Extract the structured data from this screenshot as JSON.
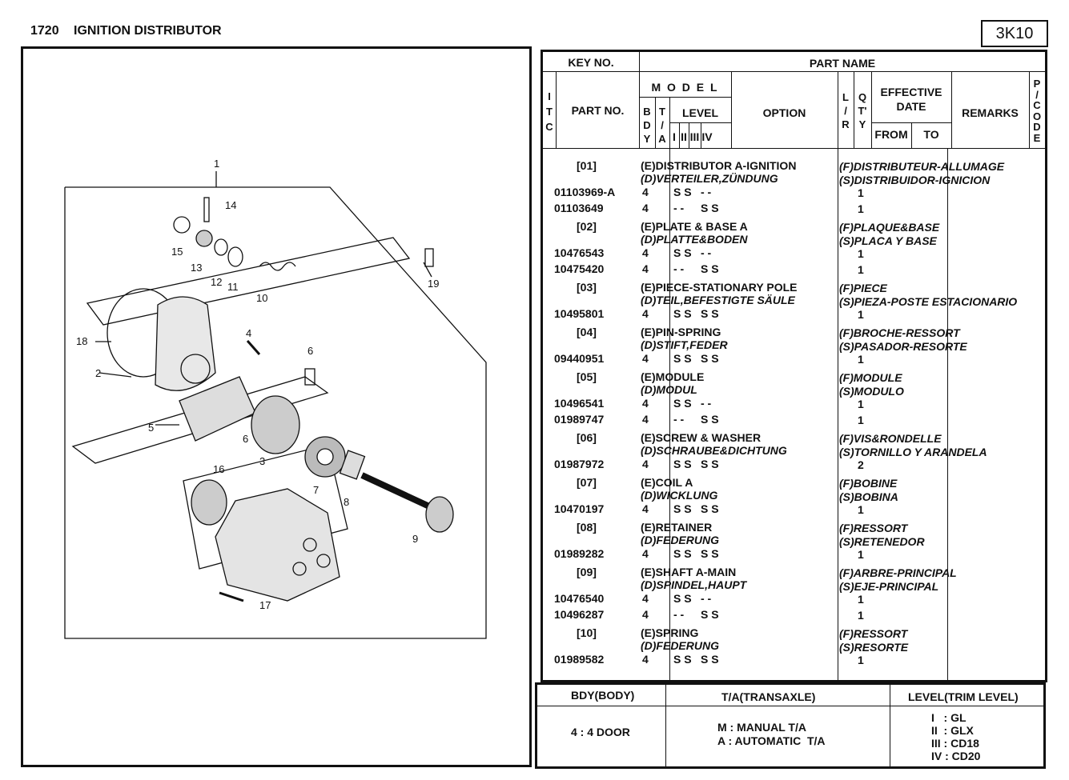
{
  "header": {
    "page_no": "1720",
    "title": "IGNITION DISTRIBUTOR",
    "code": "3K10"
  },
  "columns": {
    "key_no": "KEY NO.",
    "part_name": "PART NAME",
    "itc": "I T C",
    "part_no": "PART NO.",
    "model": "M O D E L",
    "bdy": "B D Y",
    "ta": "T / A",
    "level": "LEVEL",
    "level_i": "I",
    "level_ii": "II",
    "level_iii": "III",
    "level_iv": "IV",
    "option": "OPTION",
    "lr": "L / R",
    "qty": "Q T' Y",
    "effective_date": "EFFECTIVE DATE",
    "from": "FROM",
    "to": "TO",
    "remarks": "REMARKS",
    "pcode": "P / C O D E"
  },
  "parts": [
    {
      "key": "[01]",
      "en": "(E)DISTRIBUTOR A-IGNITION",
      "de": "(D)VERTEILER,ZÜNDUNG",
      "fr": "(F)DISTRIBUTEUR-ALLUMAGE",
      "es": "(S)DISTRIBUIDOR-IGNICION",
      "items": [
        {
          "no": "01103969-A",
          "bdy": "4",
          "ta": "S S",
          "lv": "- -",
          "qty": "1"
        },
        {
          "no": "01103649",
          "bdy": "4",
          "ta": "- -",
          "lv": "S S",
          "qty": "1"
        }
      ]
    },
    {
      "key": "[02]",
      "en": "(E)PLATE & BASE A",
      "de": "(D)PLATTE&BODEN",
      "fr": "(F)PLAQUE&BASE",
      "es": "(S)PLACA Y BASE",
      "items": [
        {
          "no": "10476543",
          "bdy": "4",
          "ta": "S S",
          "lv": "- -",
          "qty": "1"
        },
        {
          "no": "10475420",
          "bdy": "4",
          "ta": "- -",
          "lv": "S S",
          "qty": "1"
        }
      ]
    },
    {
      "key": "[03]",
      "en": "(E)PIECE-STATIONARY POLE",
      "de": "(D)TEIL,BEFESTIGTE SÄULE",
      "fr": "(F)PIECE",
      "es": "(S)PIEZA-POSTE ESTACIONARIO",
      "items": [
        {
          "no": "10495801",
          "bdy": "4",
          "ta": "S S",
          "lv": "S S",
          "qty": "1"
        }
      ]
    },
    {
      "key": "[04]",
      "en": "(E)PIN-SPRING",
      "de": "(D)STIFT,FEDER",
      "fr": "(F)BROCHE-RESSORT",
      "es": "(S)PASADOR-RESORTE",
      "items": [
        {
          "no": "09440951",
          "bdy": "4",
          "ta": "S S",
          "lv": "S S",
          "qty": "1"
        }
      ]
    },
    {
      "key": "[05]",
      "en": "(E)MODULE",
      "de": "(D)MODUL",
      "fr": "(F)MODULE",
      "es": "(S)MODULO",
      "items": [
        {
          "no": "10496541",
          "bdy": "4",
          "ta": "S S",
          "lv": "- -",
          "qty": "1"
        },
        {
          "no": "01989747",
          "bdy": "4",
          "ta": "- -",
          "lv": "S S",
          "qty": "1"
        }
      ]
    },
    {
      "key": "[06]",
      "en": "(E)SCREW & WASHER",
      "de": "(D)SCHRAUBE&DICHTUNG",
      "fr": "(F)VIS&RONDELLE",
      "es": "(S)TORNILLO Y ARANDELA",
      "items": [
        {
          "no": "01987972",
          "bdy": "4",
          "ta": "S S",
          "lv": "S S",
          "qty": "2"
        }
      ]
    },
    {
      "key": "[07]",
      "en": "(E)COIL A",
      "de": "(D)WICKLUNG",
      "fr": "(F)BOBINE",
      "es": "(S)BOBINA",
      "items": [
        {
          "no": "10470197",
          "bdy": "4",
          "ta": "S S",
          "lv": "S S",
          "qty": "1"
        }
      ]
    },
    {
      "key": "[08]",
      "en": "(E)RETAINER",
      "de": "(D)FEDERUNG",
      "fr": "(F)RESSORT",
      "es": "(S)RETENEDOR",
      "items": [
        {
          "no": "01989282",
          "bdy": "4",
          "ta": "S S",
          "lv": "S S",
          "qty": "1"
        }
      ]
    },
    {
      "key": "[09]",
      "en": "(E)SHAFT A-MAIN",
      "de": "(D)SPINDEL,HAUPT",
      "fr": "(F)ARBRE-PRINCIPAL",
      "es": "(S)EJE-PRINCIPAL",
      "items": [
        {
          "no": "10476540",
          "bdy": "4",
          "ta": "S S",
          "lv": "- -",
          "qty": "1"
        },
        {
          "no": "10496287",
          "bdy": "4",
          "ta": "- -",
          "lv": "S S",
          "qty": "1"
        }
      ]
    },
    {
      "key": "[10]",
      "en": "(E)SPRING",
      "de": "(D)FEDERUNG",
      "fr": "(F)RESSORT",
      "es": "(S)RESORTE",
      "items": [
        {
          "no": "01989582",
          "bdy": "4",
          "ta": "S S",
          "lv": "S S",
          "qty": "1"
        }
      ]
    }
  ],
  "figure": {
    "callouts": [
      "1",
      "2",
      "3",
      "4",
      "5",
      "6",
      "6",
      "7",
      "8",
      "9",
      "10",
      "11",
      "12",
      "13",
      "14",
      "15",
      "16",
      "17",
      "18",
      "19"
    ]
  },
  "legend": {
    "bdy_head": "BDY(BODY)",
    "ta_head": "T/A(TRANSAXLE)",
    "level_head": "LEVEL(TRIM LEVEL)",
    "bdy_val": "4 : 4 DOOR",
    "ta_m": "M : MANUAL T/A",
    "ta_a": "A : AUTOMATIC  T/A",
    "lv1": "I   : GL",
    "lv2": "II  : GLX",
    "lv3": "III : CD18",
    "lv4": "IV : CD20"
  }
}
